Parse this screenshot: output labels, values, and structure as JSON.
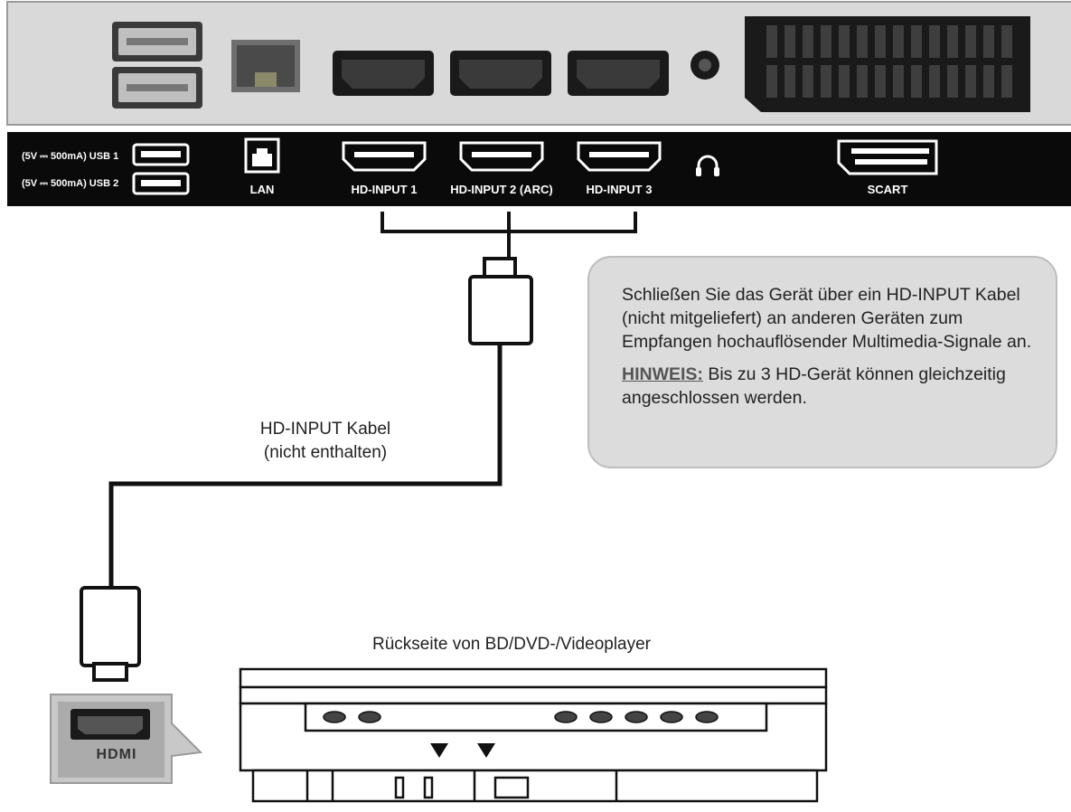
{
  "panel": {
    "usb1_spec": "(5V ⎓ 500mA) USB 1",
    "usb2_spec": "(5V ⎓ 500mA) USB 2",
    "lan": "LAN",
    "hd1": "HD-INPUT 1",
    "hd2": "HD-INPUT 2 (ARC)",
    "hd3": "HD-INPUT 3",
    "scart": "SCART"
  },
  "callout": {
    "text": "Schließen Sie das Gerät über ein HD-INPUT Kabel (nicht mitgeliefert) an anderen Geräten zum Empfangen hochauflösender Multimedia-Signale an.",
    "note_label": "HINWEIS:",
    "note_text": "Bis zu 3 HD-Gerät können gleichzeitig angeschlossen werden."
  },
  "cable": {
    "line1": "HD-INPUT Kabel",
    "line2": "(nicht enthalten)"
  },
  "player": {
    "title": "Rückseite von BD/DVD-/Videoplayer"
  },
  "hdmi_tag": "HDMI",
  "icons": [
    "usb-port-icon",
    "lan-port-icon",
    "hdmi-port-icon",
    "headphone-icon",
    "scart-port-icon",
    "hdmi-plug-icon",
    "arrow-down-icon"
  ]
}
